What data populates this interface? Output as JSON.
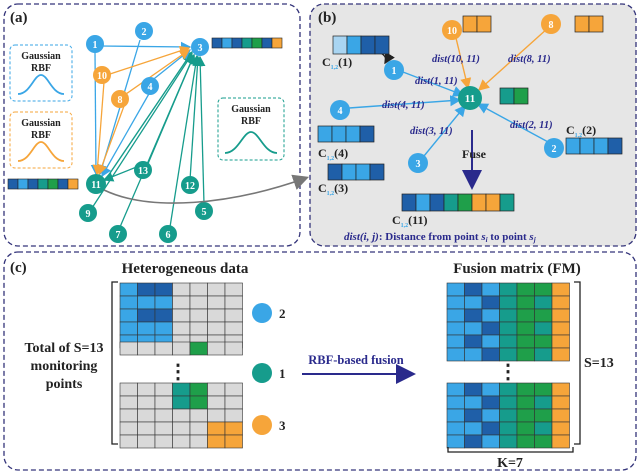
{
  "panels": {
    "a": {
      "label": "(a)"
    },
    "b": {
      "label": "(b)"
    },
    "c": {
      "label": "(c)"
    }
  },
  "colors": {
    "blue": "#3aa6e6",
    "blue_dark": "#1f5fa8",
    "teal": "#169c8c",
    "teal_dark": "#0f8a78",
    "orange": "#f6a53a",
    "green": "#1f9f4a",
    "gray_cell": "#d9d9d9",
    "navy": "#2a2a8c",
    "panel_b_bg": "#e6e6e6",
    "dash": "#34347a"
  },
  "panel_a": {
    "gaussian_labels": [
      {
        "line1": "Gaussian",
        "line2": "RBF"
      },
      {
        "line1": "Gaussian",
        "line2": "RBF"
      },
      {
        "line1": "Gaussian",
        "line2": "RBF"
      }
    ],
    "nodes": [
      {
        "id": "1",
        "kind": "blue"
      },
      {
        "id": "2",
        "kind": "blue"
      },
      {
        "id": "3",
        "kind": "blue"
      },
      {
        "id": "4",
        "kind": "blue"
      },
      {
        "id": "10",
        "kind": "orange"
      },
      {
        "id": "8",
        "kind": "orange"
      },
      {
        "id": "11",
        "kind": "teal"
      },
      {
        "id": "13",
        "kind": "teal"
      },
      {
        "id": "12",
        "kind": "teal"
      },
      {
        "id": "9",
        "kind": "teal"
      },
      {
        "id": "7",
        "kind": "teal"
      },
      {
        "id": "6",
        "kind": "teal"
      },
      {
        "id": "5",
        "kind": "teal"
      }
    ]
  },
  "panel_b": {
    "nodes": [
      "10",
      "8",
      "1",
      "11",
      "4",
      "3",
      "2"
    ],
    "distances": [
      "dist(10, 11)",
      "dist(8, 11)",
      "dist(1, 11)",
      "dist(4, 11)",
      "dist(3, 11)",
      "dist(2, 11)"
    ],
    "c_labels": [
      "C",
      "(1)",
      "C",
      "(2)",
      "C",
      "(4)",
      "C",
      "(3)",
      "C",
      "(11)"
    ],
    "c_subscript": "1,2",
    "fuse": "Fuse",
    "definition_prefix": "dist(i, j)",
    "definition_text": ": Distance from point ",
    "definition_si": "s",
    "definition_i": "i",
    "definition_to": " to point ",
    "definition_j": "j"
  },
  "panel_c": {
    "hetero_title": "Heterogeneous data",
    "fusion_title": "Fusion matrix (FM)",
    "total_lines": [
      "Total of S=13",
      "monitoring",
      "points"
    ],
    "legend": [
      "2",
      "1",
      "3"
    ],
    "dots": "⋮",
    "arrow_label": "RBF-based fusion",
    "s_label": "S=13",
    "k_label": "K=7"
  }
}
